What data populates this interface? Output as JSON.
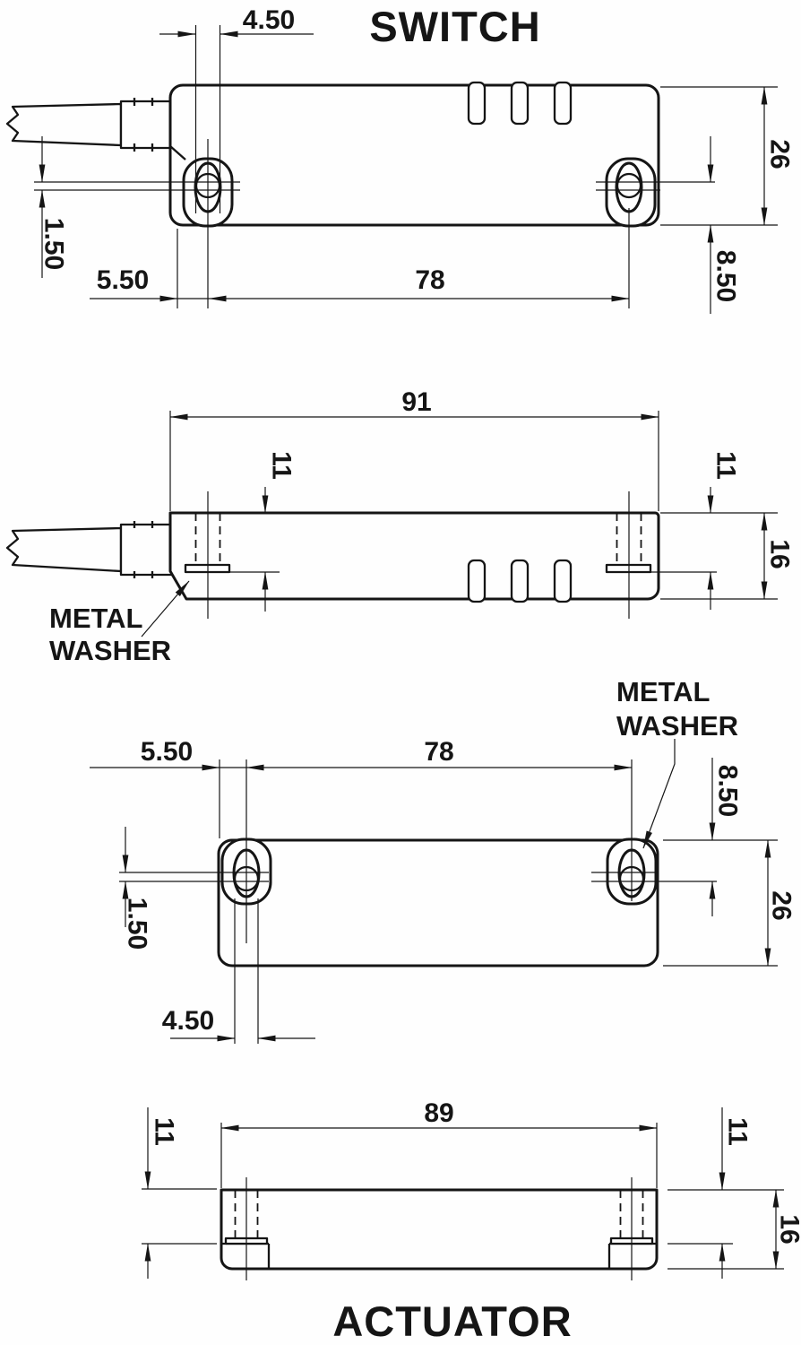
{
  "titles": {
    "switch": "SWITCH",
    "actuator": "ACTUATOR"
  },
  "switch_top": {
    "slot_width": "4.50",
    "body_height": "26",
    "slot_offset": "1.50",
    "edge_to_hole": "5.50",
    "hole_spacing": "78",
    "hole_to_edge": "8.50"
  },
  "switch_side": {
    "body_width": "91",
    "depth_left": "11",
    "depth_right": "11",
    "thickness": "16",
    "washer_line1": "METAL",
    "washer_line2": "WASHER"
  },
  "actuator_top": {
    "edge_to_hole": "5.50",
    "hole_spacing": "78",
    "hole_to_edge": "8.50",
    "body_height": "26",
    "slot_offset": "1.50",
    "slot_width": "4.50",
    "washer_line1": "METAL",
    "washer_line2": "WASHER"
  },
  "actuator_side": {
    "body_width": "89",
    "depth_left": "11",
    "depth_right": "11",
    "thickness": "16"
  },
  "colors": {
    "line": "#151515",
    "background": "#fefefe"
  }
}
